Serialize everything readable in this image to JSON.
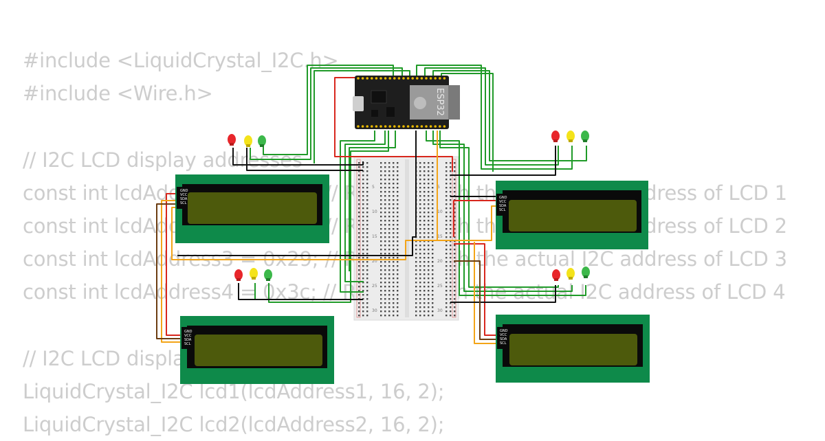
{
  "code": {
    "lines": [
      "#include <LiquidCrystal_I2C.h>",
      "#include <Wire.h>",
      "",
      "// I2C LCD display addresses",
      "const int lcdAddress1 = 0x27; // Replace with the actual I2C address of LCD 1",
      "const int lcdAddress2 = 0x28; // Replace with the actual I2C address of LCD 2",
      "const int lcdAddress3 = 0x29; // Replace with the actual I2C address of LCD 3",
      "const int lcdAddress4 = 0x3c; // Replace with the actual I2C address of LCD 4",
      "",
      "// I2C LCD display objects",
      "LiquidCrystal_I2C lcd1(lcdAddress1, 16, 2);",
      "LiquidCrystal_I2C lcd2(lcdAddress2, 16, 2);"
    ]
  },
  "board": {
    "label": "ESP32",
    "icon": "esp32-board-icon"
  },
  "lcd_pin_labels": [
    "GND",
    "VCC",
    "SDA",
    "SCL"
  ],
  "breadboard": {
    "row_labels": [
      "5",
      "10",
      "15",
      "20",
      "25",
      "30"
    ]
  },
  "led_colors": {
    "red": "#e8262b",
    "yellow": "#f4e31a",
    "green": "#3cb84a"
  },
  "colors": {
    "lcd_frame": "#0e8a4a",
    "lcd_screen": "#4d5a0c",
    "wire_green": "#1f9a28",
    "wire_red": "#d8261c",
    "wire_orange": "#f3a417",
    "wire_black": "#111111"
  }
}
